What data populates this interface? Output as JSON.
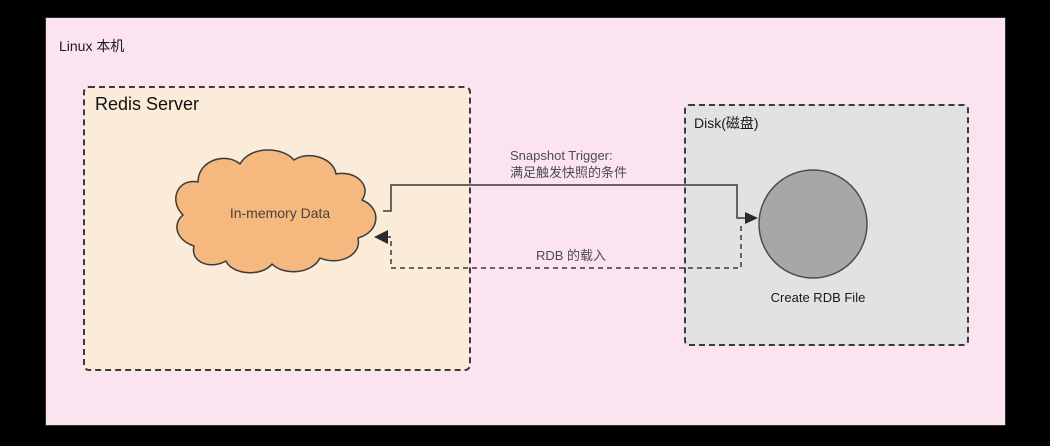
{
  "linux": {
    "label": "Linux 本机"
  },
  "redis": {
    "title": "Redis Server",
    "cloud_label": "In-memory Data"
  },
  "disk": {
    "title": "Disk(磁盘)",
    "file_label": "Create RDB File"
  },
  "arrows": {
    "snapshot": {
      "line1": "Snapshot Trigger:",
      "line2": "满足触发快照的条件"
    },
    "load": {
      "label": "RDB 的载入"
    }
  },
  "colors": {
    "canvas_background": "#000000",
    "linux_box_fill": "#fbe3ef",
    "redis_box_fill": "#faecd9",
    "disk_box_fill": "#e2e2e2",
    "cloud_fill": "#f5b87f",
    "circle_fill": "#a7a7a7",
    "line_color": "#3b3b3b"
  }
}
